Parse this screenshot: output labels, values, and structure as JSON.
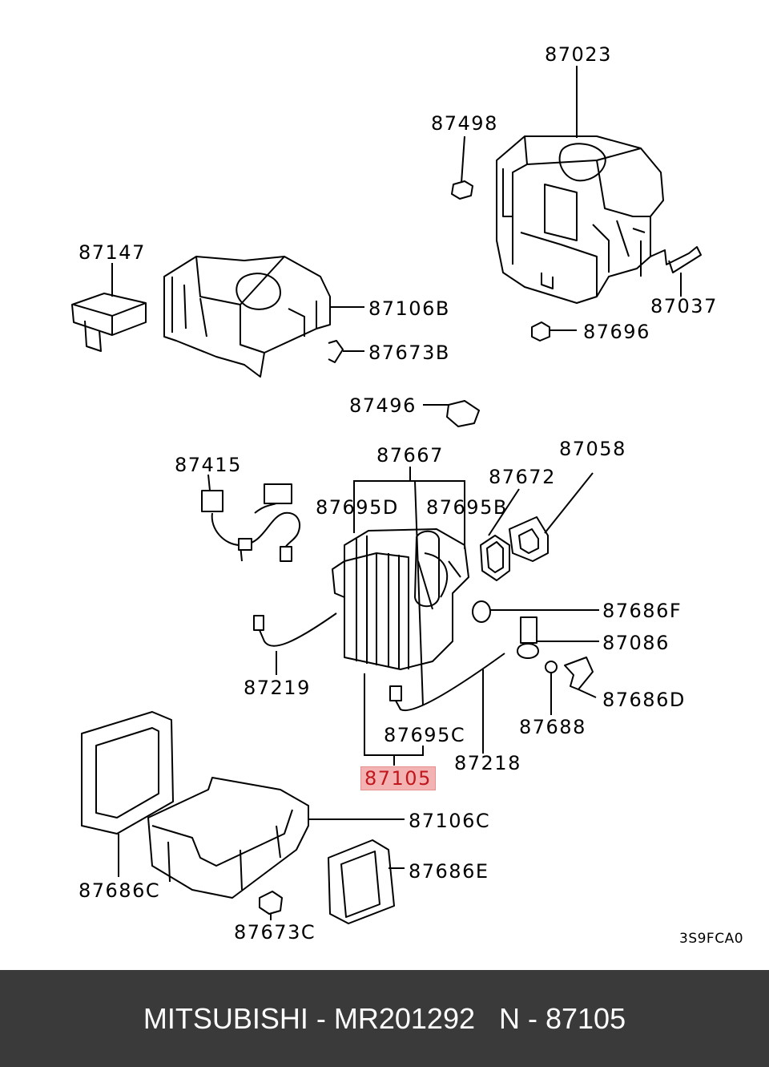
{
  "labels": {
    "p87023": "87023",
    "p87498": "87498",
    "p87147": "87147",
    "p87106b": "87106B",
    "p87037": "87037",
    "p87696": "87696",
    "p87673b": "87673B",
    "p87496": "87496",
    "p87667": "87667",
    "p87058": "87058",
    "p87415": "87415",
    "p87672": "87672",
    "p87695d": "87695D",
    "p87695b": "87695B",
    "p87686f": "87686F",
    "p87086": "87086",
    "p87219": "87219",
    "p87686d": "87686D",
    "p87688": "87688",
    "p87695c": "87695C",
    "p87218": "87218",
    "p87105": "87105",
    "p87106c": "87106C",
    "p87686e": "87686E",
    "p87686c": "87686C",
    "p87673c": "87673C"
  },
  "diagram_code": "3S9FCA0",
  "footer": {
    "text": "MITSUBISHI - MR201292   N - 87105"
  },
  "colors": {
    "highlight_bg": "#f4b3b3",
    "highlight_text": "#c0171c",
    "footer_bg": "#3a3a3a"
  }
}
